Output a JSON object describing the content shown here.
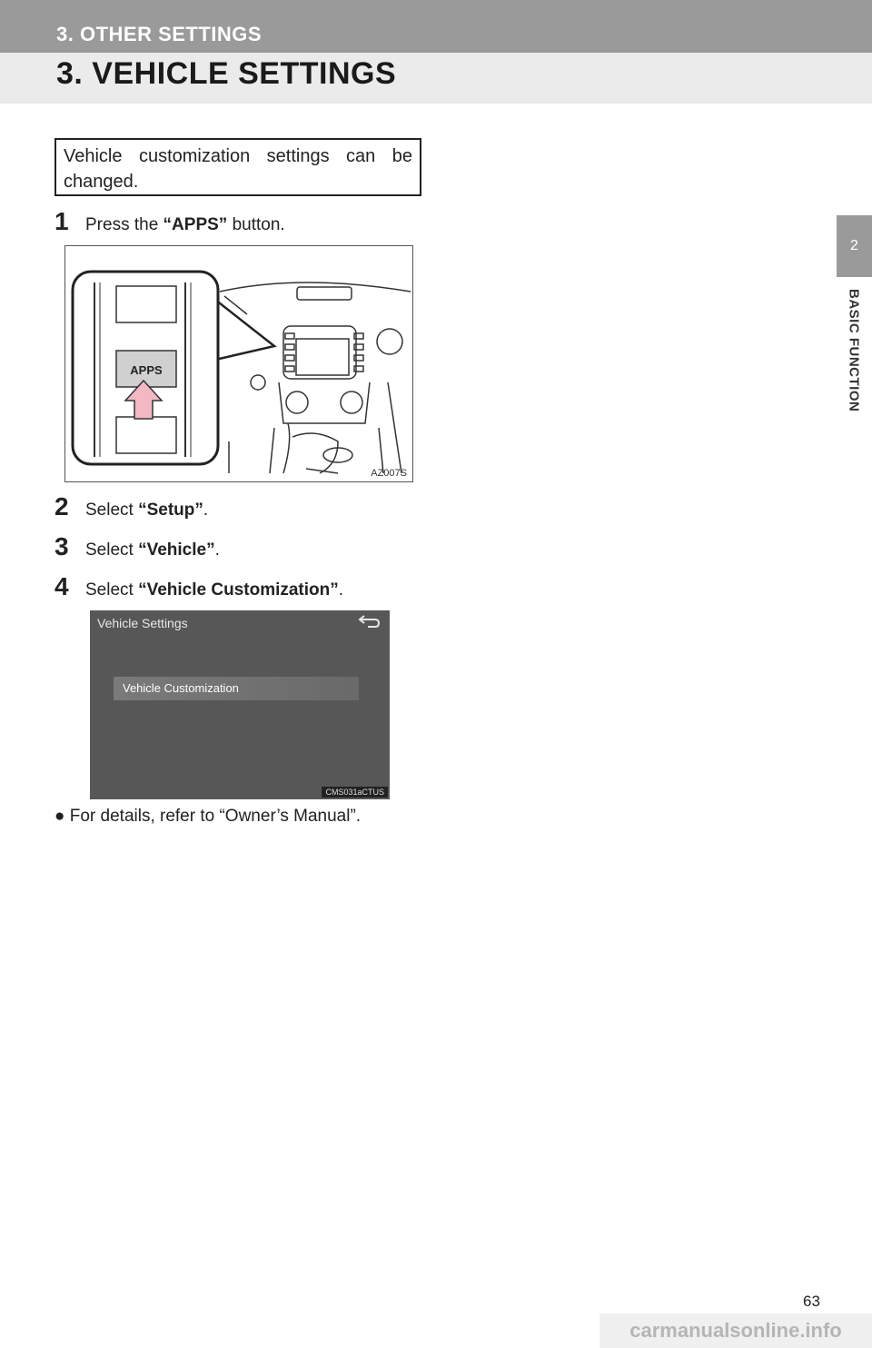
{
  "header": {
    "section": "3. OTHER SETTINGS",
    "title": "3. VEHICLE SETTINGS"
  },
  "side_tab": {
    "chapter_number": "2",
    "chapter_label": "BASIC FUNCTION"
  },
  "intro": "Vehicle customization settings can be changed.",
  "steps": [
    {
      "num": "1",
      "pre": "Press the ",
      "bold": "“APPS”",
      "post": " button."
    },
    {
      "num": "2",
      "pre": "Select ",
      "bold": "“Setup”",
      "post": "."
    },
    {
      "num": "3",
      "pre": "Select ",
      "bold": "“Vehicle”",
      "post": "."
    },
    {
      "num": "4",
      "pre": "Select ",
      "bold": "“Vehicle Customization”",
      "post": "."
    }
  ],
  "figure1": {
    "button_label": "APPS",
    "code": "AZ007S"
  },
  "figure2": {
    "screen_title": "Vehicle Settings",
    "row_label": "Vehicle Customization",
    "code": "CMS031aCTUS"
  },
  "bullet": "● For details, refer to “Owner’s Manual”.",
  "page_number": "63",
  "watermark": "carmanualsonline.info",
  "colors": {
    "header_band": "#9a9a9a",
    "title_band": "#ebebeb",
    "arrow": "#f2b8c4"
  }
}
